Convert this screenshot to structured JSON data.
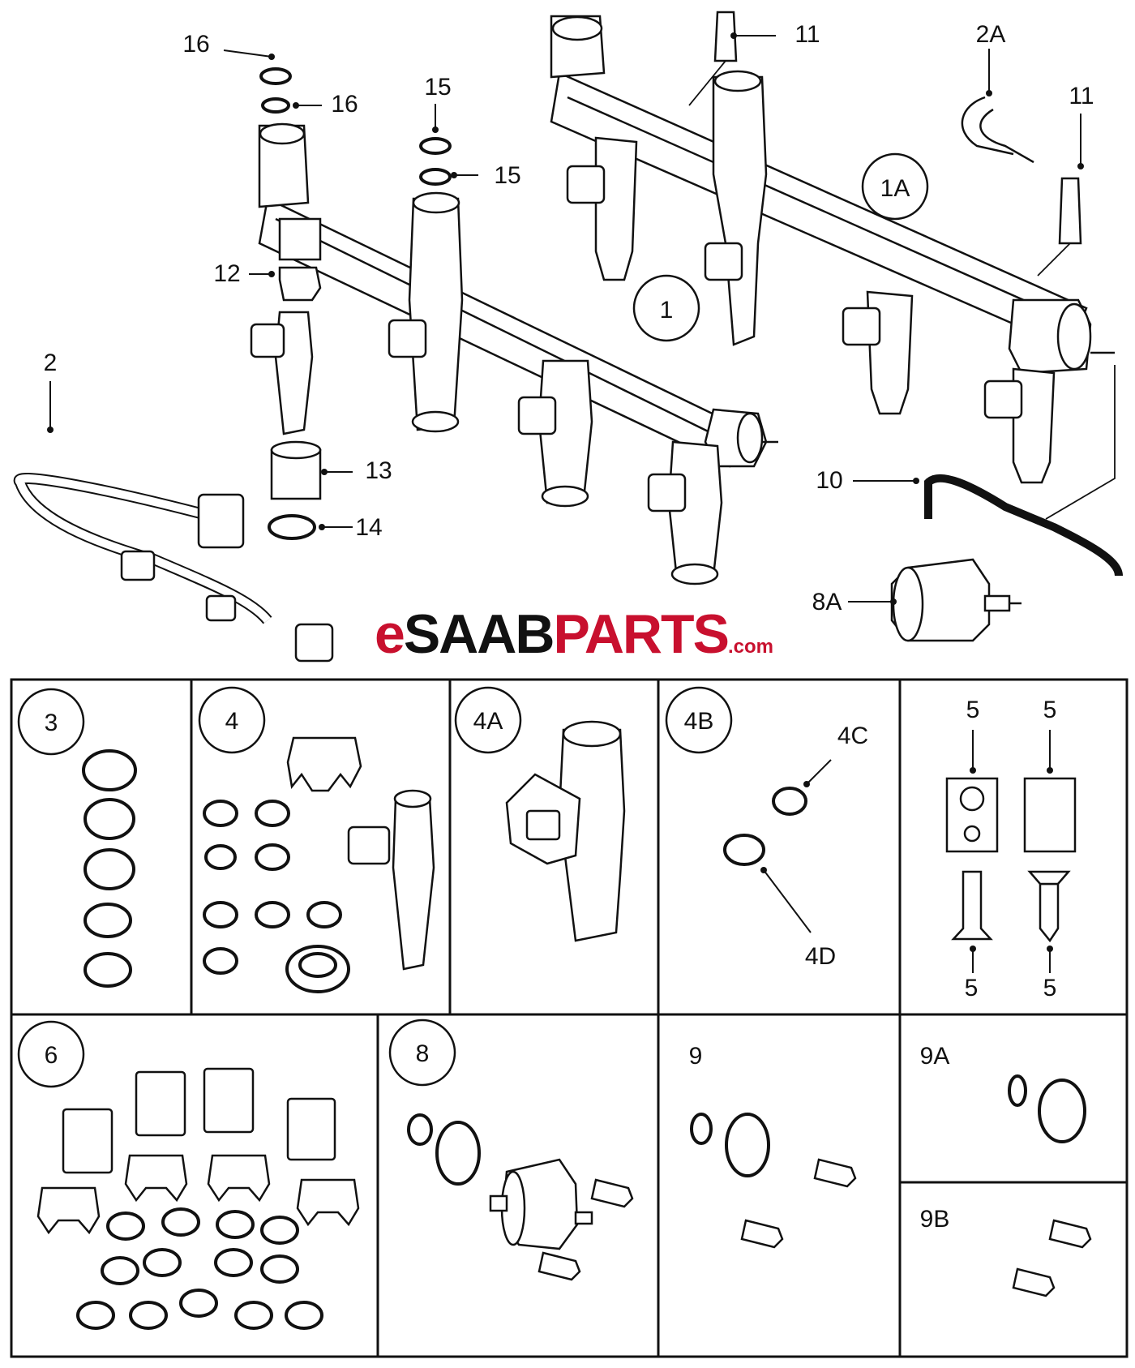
{
  "logo": {
    "prefix": "e",
    "brand": "SAAB",
    "suffix": "PARTS",
    "tld": ".com"
  },
  "callouts": {
    "c1": "1",
    "c1A": "1A",
    "c2": "2",
    "c2A": "2A",
    "c8A": "8A",
    "c10": "10",
    "c11a": "11",
    "c11b": "11",
    "c12": "12",
    "c13": "13",
    "c14": "14",
    "c15a": "15",
    "c15b": "15",
    "c16a": "16",
    "c16b": "16"
  },
  "panels": {
    "p3": "3",
    "p4": "4",
    "p4A": "4A",
    "p4B": "4B",
    "p4C": "4C",
    "p4D": "4D",
    "p5a": "5",
    "p5b": "5",
    "p5c": "5",
    "p5d": "5",
    "p6": "6",
    "p8": "8",
    "p9": "9",
    "p9A": "9A",
    "p9B": "9B"
  },
  "icons": [
    "fuel-rail-icon",
    "injector-icon",
    "o-ring-icon",
    "clip-icon",
    "bolt-icon",
    "pressure-regulator-icon",
    "wiring-harness-icon"
  ]
}
